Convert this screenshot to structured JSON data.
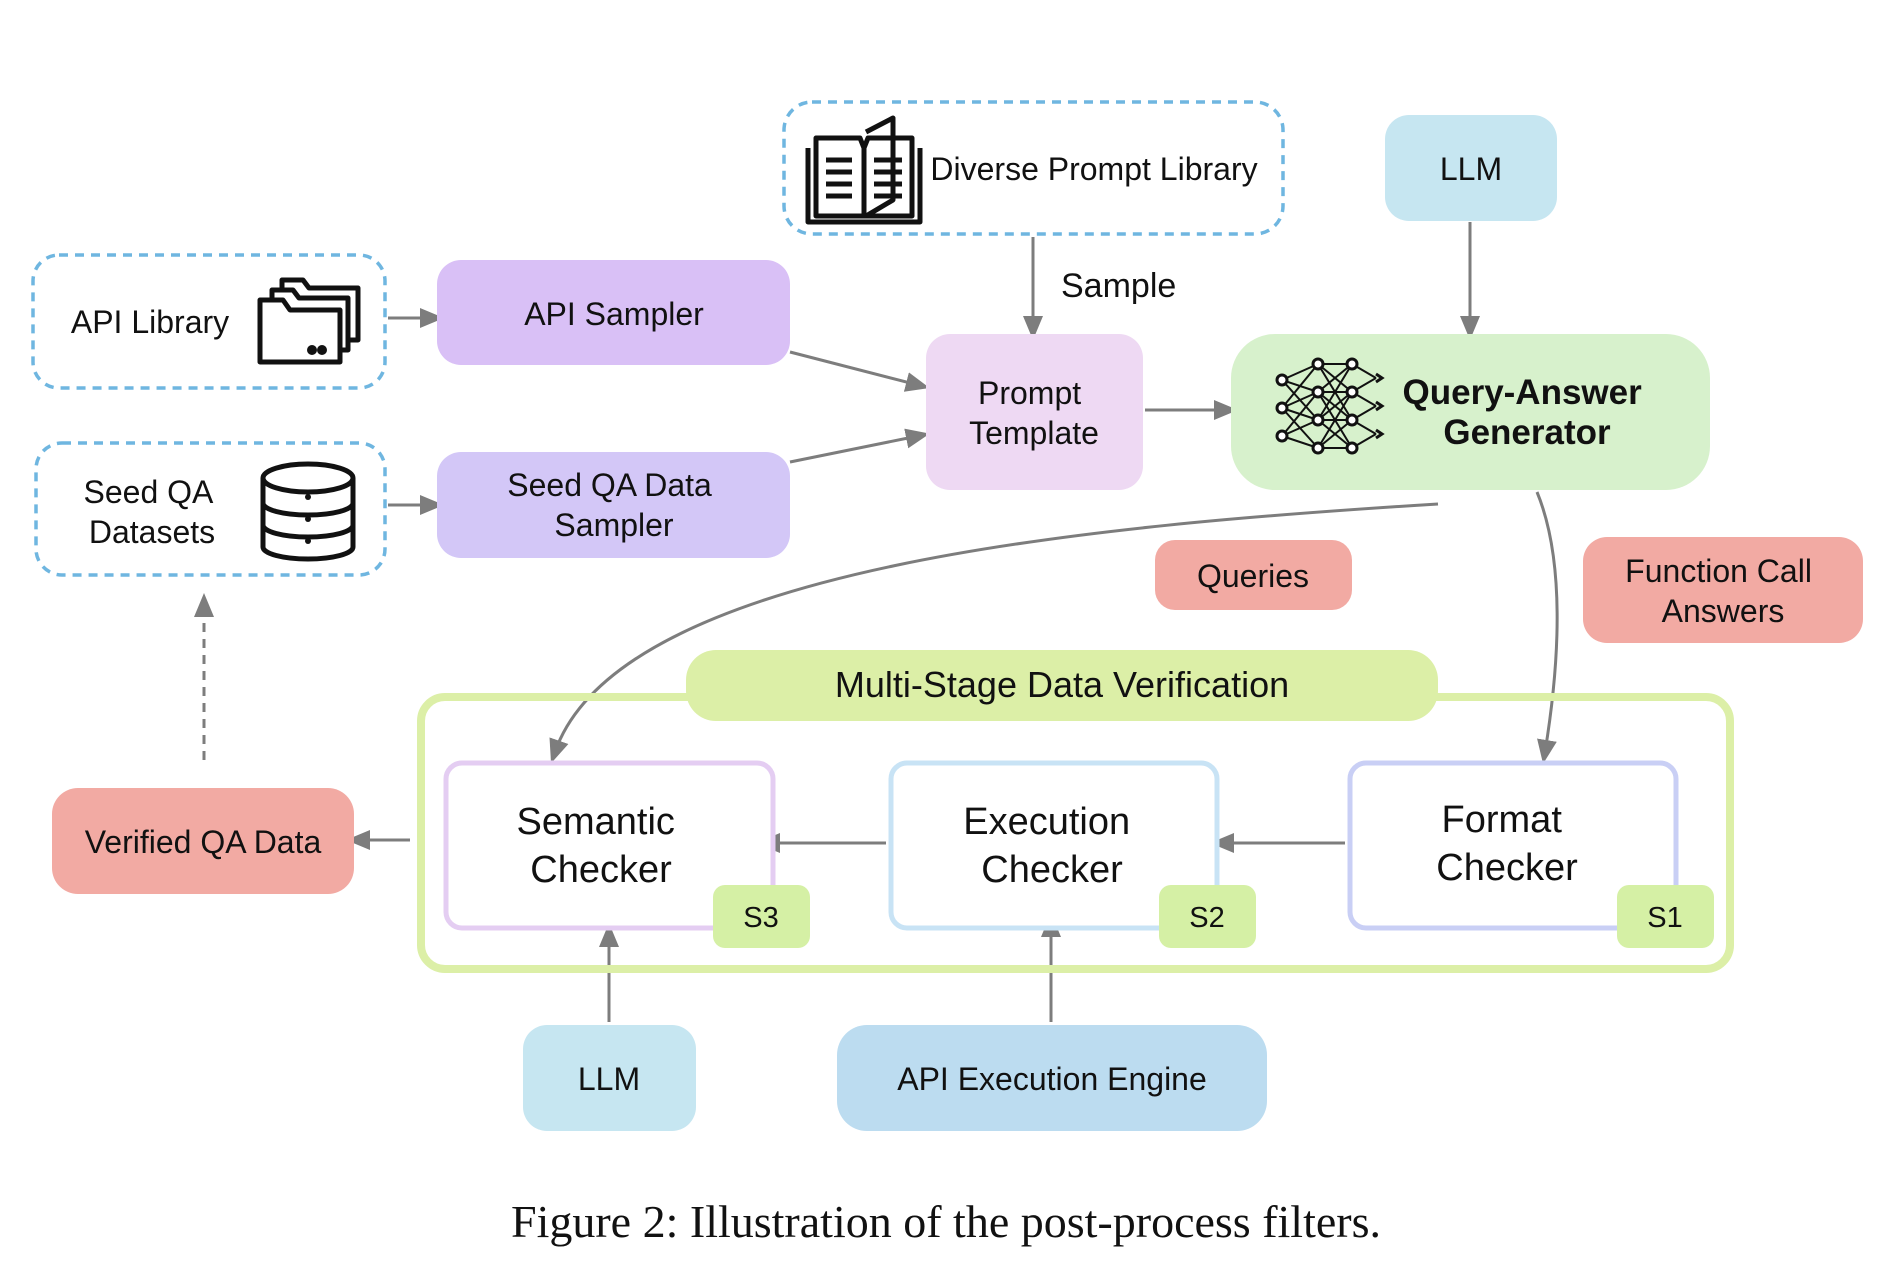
{
  "nodes": {
    "api_library": "API Library",
    "api_sampler": "API Sampler",
    "seed_qa_datasets": [
      "Seed QA",
      "Datasets"
    ],
    "seed_qa_sampler": [
      "Seed QA Data",
      "Sampler"
    ],
    "prompt_library": "Diverse Prompt Library",
    "sample_label": "Sample",
    "prompt_template": [
      "Prompt",
      "Template"
    ],
    "llm_top": "LLM",
    "qa_generator": [
      "Query-Answer",
      "Generator"
    ],
    "queries": "Queries",
    "function_call_answers": [
      "Function Call",
      "Answers"
    ],
    "verification_title": "Multi-Stage Data Verification",
    "semantic_checker": [
      "Semantic",
      "Checker"
    ],
    "execution_checker": [
      "Execution",
      "Checker"
    ],
    "format_checker": [
      "Format",
      "Checker"
    ],
    "stage_s3": "S3",
    "stage_s2": "S2",
    "stage_s1": "S1",
    "verified_qa_data": "Verified QA Data",
    "llm_bottom": "LLM",
    "api_execution_engine": "API Execution Engine"
  },
  "icons": {
    "folder": "folder-stack-icon",
    "database": "database-icon",
    "book": "open-book-icon",
    "network": "neural-network-icon"
  },
  "colors": {
    "purple_sampler": "#d9c0f6",
    "lavender_sampler": "#d3c7f7",
    "prompt_template": "#eed9f3",
    "llm": "#c6e6f1",
    "generator": "#d7f1cc",
    "red_label": "#f2aaa3",
    "verification": "#dcefa7",
    "stage_tag": "#d5f0a5",
    "engine": "#bcdcf0",
    "dashed_border": "#6fb6e0",
    "arrow": "#7d7d7d"
  },
  "caption": {
    "label": "Figure 2:",
    "text": "Illustration of the post-process filters."
  }
}
